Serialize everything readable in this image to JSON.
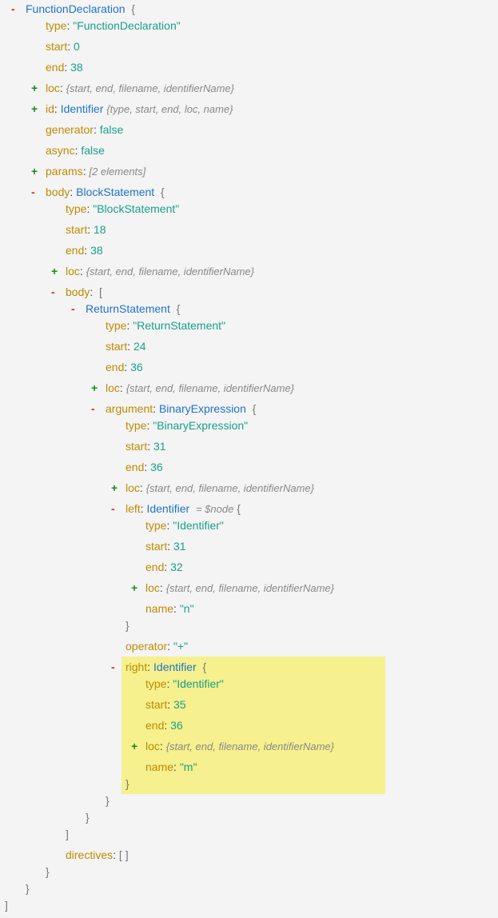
{
  "tree": {
    "root": {
      "toggle": "-",
      "type": "FunctionDeclaration",
      "brace": "{"
    },
    "fd_type": {
      "key": "type",
      "value": "\"FunctionDeclaration\""
    },
    "fd_start": {
      "key": "start",
      "value": "0"
    },
    "fd_end": {
      "key": "end",
      "value": "38"
    },
    "fd_loc": {
      "toggle": "+",
      "key": "loc",
      "summary": "{start, end, filename, identifierName}"
    },
    "fd_id": {
      "toggle": "+",
      "key": "id",
      "type": "Identifier",
      "summary": "{type, start, end, loc, name}"
    },
    "fd_generator": {
      "key": "generator",
      "value": "false"
    },
    "fd_async": {
      "key": "async",
      "value": "false"
    },
    "fd_params": {
      "toggle": "+",
      "key": "params",
      "summary": "[2 elements]"
    },
    "fd_body": {
      "toggle": "-",
      "key": "body",
      "type": "BlockStatement",
      "brace": "{"
    },
    "bs_type": {
      "key": "type",
      "value": "\"BlockStatement\""
    },
    "bs_start": {
      "key": "start",
      "value": "18"
    },
    "bs_end": {
      "key": "end",
      "value": "38"
    },
    "bs_loc": {
      "toggle": "+",
      "key": "loc",
      "summary": "{start, end, filename, identifierName}"
    },
    "bs_body": {
      "toggle": "-",
      "key": "body",
      "bracket": "["
    },
    "rs": {
      "toggle": "-",
      "type": "ReturnStatement",
      "brace": "{"
    },
    "rs_type": {
      "key": "type",
      "value": "\"ReturnStatement\""
    },
    "rs_start": {
      "key": "start",
      "value": "24"
    },
    "rs_end": {
      "key": "end",
      "value": "36"
    },
    "rs_loc": {
      "toggle": "+",
      "key": "loc",
      "summary": "{start, end, filename, identifierName}"
    },
    "rs_argument": {
      "toggle": "-",
      "key": "argument",
      "type": "BinaryExpression",
      "brace": "{"
    },
    "be_type": {
      "key": "type",
      "value": "\"BinaryExpression\""
    },
    "be_start": {
      "key": "start",
      "value": "31"
    },
    "be_end": {
      "key": "end",
      "value": "36"
    },
    "be_loc": {
      "toggle": "+",
      "key": "loc",
      "summary": "{start, end, filename, identifierName}"
    },
    "be_left": {
      "toggle": "-",
      "key": "left",
      "type": "Identifier",
      "tag": "= $node",
      "brace": "{"
    },
    "l_type": {
      "key": "type",
      "value": "\"Identifier\""
    },
    "l_start": {
      "key": "start",
      "value": "31"
    },
    "l_end": {
      "key": "end",
      "value": "32"
    },
    "l_loc": {
      "toggle": "+",
      "key": "loc",
      "summary": "{start, end, filename, identifierName}"
    },
    "l_name": {
      "key": "name",
      "value": "\"n\""
    },
    "l_close": "}",
    "be_operator": {
      "key": "operator",
      "value": "\"+\""
    },
    "be_right": {
      "toggle": "-",
      "key": "right",
      "type": "Identifier",
      "brace": "{"
    },
    "r_type": {
      "key": "type",
      "value": "\"Identifier\""
    },
    "r_start": {
      "key": "start",
      "value": "35"
    },
    "r_end": {
      "key": "end",
      "value": "36"
    },
    "r_loc": {
      "toggle": "+",
      "key": "loc",
      "summary": "{start, end, filename, identifierName}"
    },
    "r_name": {
      "key": "name",
      "value": "\"m\""
    },
    "r_close": "}",
    "be_close": "}",
    "rs_close": "}",
    "bs_body_close": "]",
    "bs_directives": {
      "key": "directives",
      "value": "[ ]"
    },
    "bs_close": "}",
    "fd_close": "}",
    "list_close": "]"
  },
  "colors": {
    "toggle_minus": "#d22222",
    "toggle_plus": "#1a8a1a",
    "key": "#c08a00",
    "type": "#1e73c8",
    "value": "#17a08a",
    "highlight": "#f6f08e"
  }
}
